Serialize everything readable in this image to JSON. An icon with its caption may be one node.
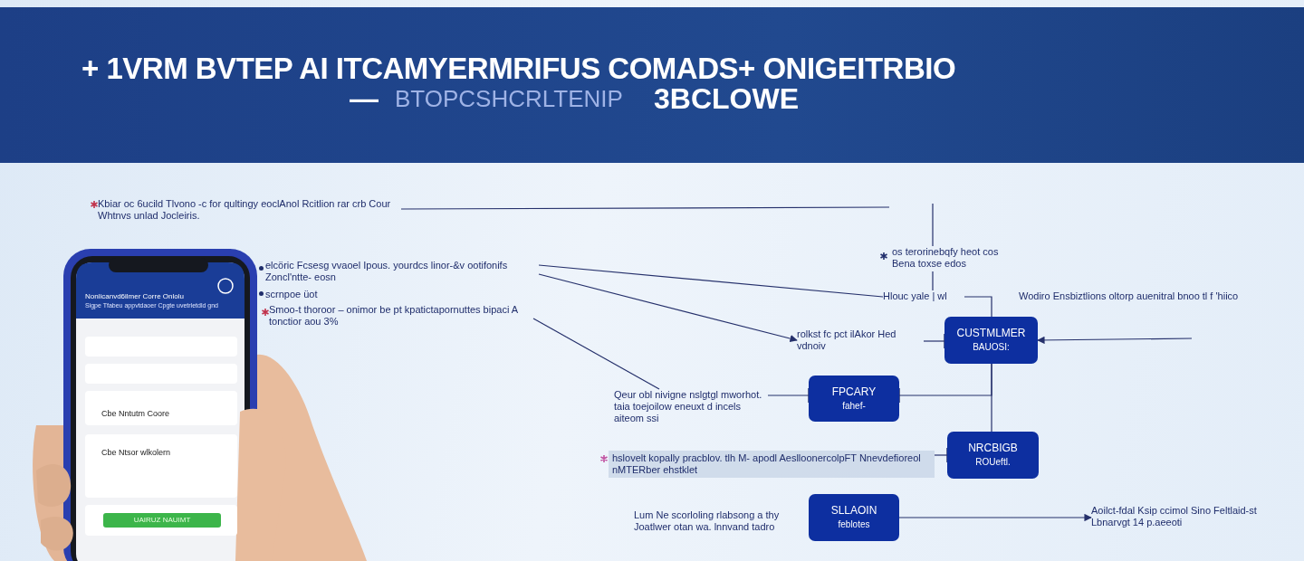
{
  "diagram": {
    "title": "+ 1VRM BVTEP AI ITCAMYERMRIFUS COMADS+ ONIGEITRBIO",
    "nodes": [
      {
        "text": [
          "Kbiar oc 6ucild Tlvono -c for qultingy eoclAnol Rcitlion rar crb Cour Whtnvs unlad Jocleiris."
        ]
      },
      {
        "text": [
          "elcöric Fcsesg vvaoel Ipous. yourdcs linor-&v ootifonifs Zoncl'ntte- eosn",
          "scrnpoe üot"
        ]
      },
      {
        "text": [
          "Smoo-t thoroor – onimor be pt kpatictapornuttes bipaci A tonctior aou 3%"
        ]
      },
      {
        "text": [
          "os terorinebqfy heot cos Bena toxse edos"
        ]
      },
      {
        "text": [
          "Hlouc yale | wl"
        ]
      },
      {
        "text": [
          "rolkst fc pct ilAkor Hed vdnoiv"
        ]
      },
      {
        "text": [
          "CUSTMLMER",
          "BAUOSI:"
        ]
      },
      {
        "text": [
          "Qeur obl nivigne nslgtgl mworhot. taia toejoilow eneuxt d incels aiteom ssi"
        ]
      },
      {
        "text": [
          "FPCARY",
          "fahef-"
        ]
      },
      {
        "text": [
          "hslovelt kopally pracblov. tlh M- apodl AeslloonercolpFT Nnevdefioreol nMTERber ehstklet"
        ]
      },
      {
        "text": [
          "NRCBIGB",
          "ROUeftl."
        ]
      },
      {
        "text": [
          "SLLAOIN",
          "feblotes"
        ]
      },
      {
        "text": [
          "Aoilct-fdal Ksip ccimol Sino Feltlaid-st Lbnarvgt 14 p.aeeoti"
        ]
      }
    ],
    "edges": [
      {
        "from": 0,
        "to": null,
        "arrow": "none"
      },
      {
        "from": null,
        "to": 3,
        "arrow": "none"
      },
      {
        "from": 3,
        "to": 4,
        "arrow": "none"
      },
      {
        "from": 1,
        "to": 4,
        "arrow": "none"
      },
      {
        "from": 1,
        "to": 5,
        "arrow": "to"
      },
      {
        "from": 2,
        "to": 7,
        "arrow": "none"
      },
      {
        "from": 4,
        "to": 6,
        "arrow": "none"
      },
      {
        "from": 5,
        "to": 6,
        "arrow": "other"
      },
      {
        "from": null,
        "to": 6,
        "arrow": "to"
      },
      {
        "from": 6,
        "to": 10,
        "arrow": "none"
      },
      {
        "from": 6,
        "to": 8,
        "arrow": "other"
      },
      {
        "from": 7,
        "to": 8,
        "arrow": "other"
      },
      {
        "from": 9,
        "to": 10,
        "arrow": "other"
      },
      {
        "from": 11,
        "to": 12,
        "arrow": "to"
      }
    ],
    "labels": [
      "—",
      "BTOPCSHCRLTENIP",
      "3BCLOWE",
      "Nonlicanvd6ilmer Corre Onlolu",
      "Sigpe Tfabeu appvtdaoer Cpgte uvetrletdld gnd",
      "Wodiro Ensbiztlions oltorp auenitral bnoo tl f 'hiico",
      "Cbe Nntutm Coore",
      "Cbe Ntsor wlkolern",
      "UAIRUZ NAUIMT",
      "Lum Ne scorloling rlabsong a thy Joatlwer otan wa. lnnvand tadro"
    ]
  }
}
